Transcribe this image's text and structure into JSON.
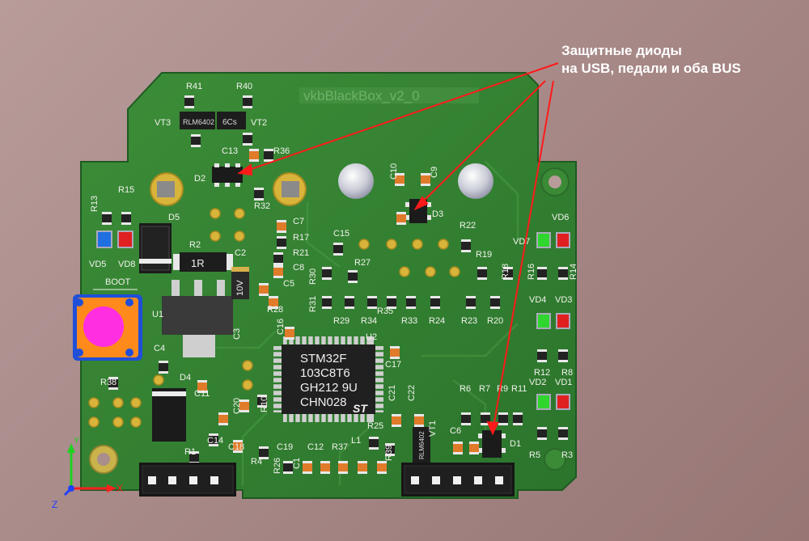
{
  "annotation": {
    "line1": "Защитные диоды",
    "line2": "на USB, педали и оба BUS"
  },
  "board_name": "vkbBlackBox_v2_0",
  "mcu": {
    "line1": "STM32F",
    "line2": "103C8T6",
    "line3": "GH212 9U",
    "line4": "CHN028",
    "logo": "ST"
  },
  "button_label": "BOOT",
  "axes": {
    "x": "X",
    "y": "Y",
    "z": "Z"
  },
  "marking_1r": "1R",
  "marking_10v": "10V",
  "marking_vt": "RLM6402",
  "marking_vt2": "6Cs",
  "designators": [
    "R41",
    "R40",
    "VT3",
    "VT2",
    "C13",
    "R36",
    "D2",
    "C10",
    "C9",
    "R32",
    "D3",
    "R13",
    "R15",
    "D5",
    "C7",
    "R17",
    "C15",
    "R22",
    "VD7",
    "VD6",
    "VD5",
    "VD8",
    "R2",
    "C2",
    "R21",
    "C8",
    "R30",
    "R27",
    "R19",
    "R18",
    "R16",
    "R14",
    "C5",
    "R28",
    "R31",
    "R35",
    "R29",
    "R34",
    "R33",
    "R24",
    "R23",
    "R20",
    "VD4",
    "VD3",
    "U1",
    "C16",
    "U2",
    "C3",
    "C4",
    "C17",
    "R12",
    "R8",
    "R38",
    "D4",
    "C11",
    "R10",
    "C20",
    "R6",
    "R7",
    "R9",
    "R11",
    "VD2",
    "VD1",
    "C21",
    "C22",
    "R25",
    "VT1",
    "C6",
    "D1",
    "C14",
    "L1",
    "R1",
    "C18",
    "C19",
    "C12",
    "R37",
    "R39",
    "R5",
    "R3",
    "R4",
    "R26",
    "C1"
  ],
  "colors": {
    "board": "#2f7d2f",
    "silk": "#f2f2ec",
    "pad": "#d8b43a",
    "arrow": "#ff1a1a"
  }
}
